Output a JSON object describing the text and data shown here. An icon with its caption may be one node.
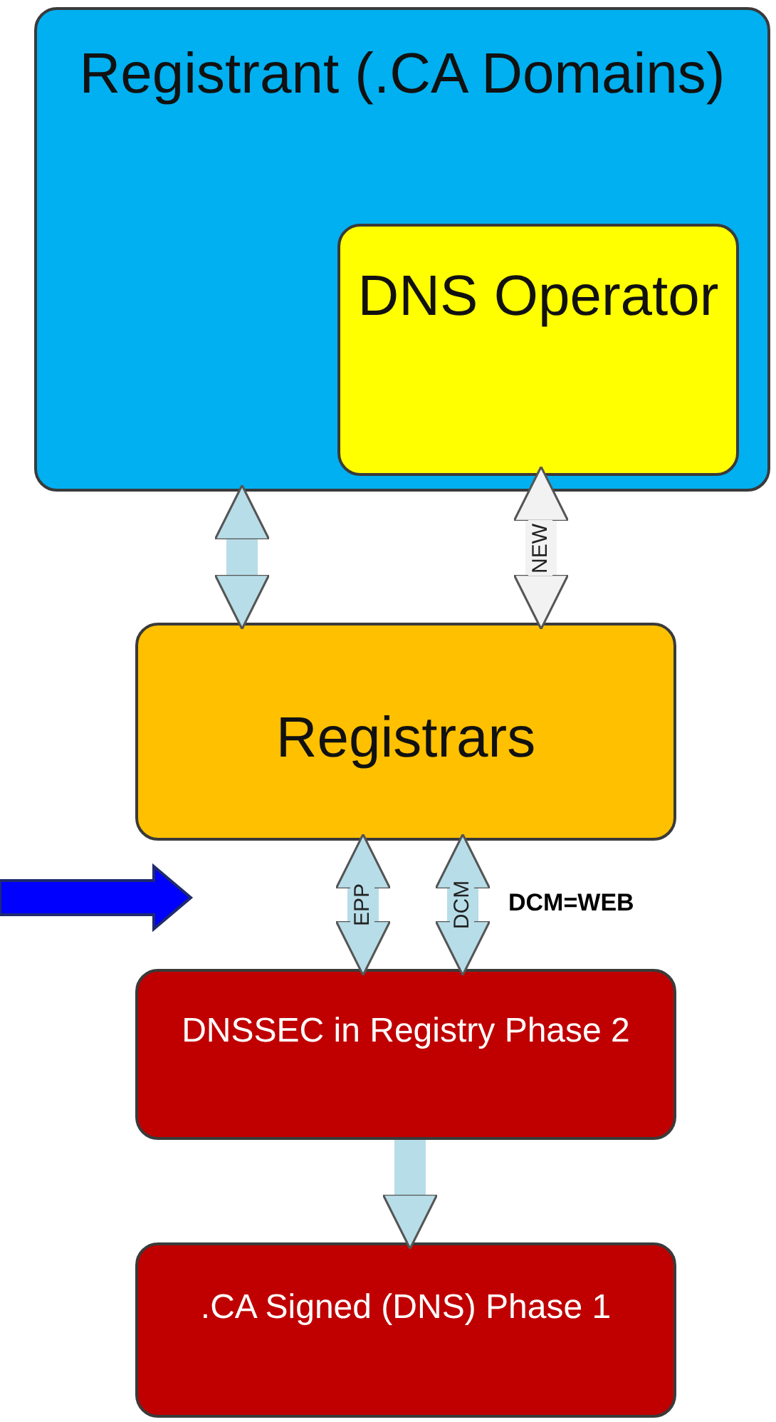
{
  "diagram": {
    "nodes": [
      {
        "text": [
          "Registrant (.CA Domains)"
        ]
      },
      {
        "text": [
          "DNS Operator"
        ],
        "in": 0
      },
      {
        "text": [
          "Registrars"
        ]
      },
      {
        "text": [
          "DNSSEC in Registry Phase 2"
        ]
      },
      {
        "text": [
          ".CA Signed (DNS) Phase 1"
        ]
      }
    ],
    "edges": [
      {
        "from": 0,
        "to": 2,
        "arrow": "both"
      },
      {
        "from": 1,
        "to": 2,
        "arrow": "both",
        "label": "NEW",
        "color": "#f2f2f2"
      },
      {
        "from": 2,
        "to": 3,
        "arrow": "both",
        "label": "EPP"
      },
      {
        "from": 2,
        "to": 3,
        "arrow": "both",
        "label": "DCM"
      },
      {
        "from": 3,
        "to": 4,
        "arrow": "to"
      }
    ],
    "labels": [
      "DCM=WEB"
    ]
  }
}
